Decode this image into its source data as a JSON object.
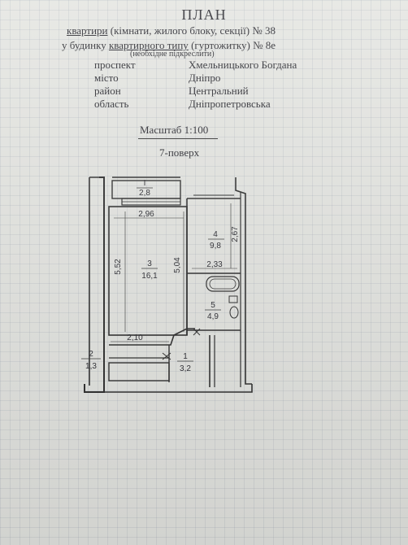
{
  "header": {
    "title": "ПЛАН",
    "line1": {
      "underlined": "квартири",
      "rest": " (кімнати, жилого блоку, секції)",
      "number": "№ 38"
    },
    "line2": {
      "prefix": "у будинку ",
      "underlined": "квартирного типу",
      "rest": " (гуртожитку) № 8е"
    },
    "note": "(необхідне підкреслити)"
  },
  "address": [
    {
      "label": "проспект",
      "value": "Хмельницького Богдана"
    },
    {
      "label": "місто",
      "value": "Дніпро"
    },
    {
      "label": "район",
      "value": "Центральний"
    },
    {
      "label": "область",
      "value": "Дніпропетровська"
    }
  ],
  "plan": {
    "scale": "Масштаб 1:100",
    "floor": "7-поверх",
    "rooms": {
      "balcony": {
        "number": "I",
        "area": "2,8"
      },
      "living": {
        "number": "3",
        "area": "16,1"
      },
      "kitchen": {
        "number": "4",
        "area": "9,8"
      },
      "bathroom": {
        "number": "5",
        "area": "4,9"
      },
      "hall": {
        "number": "1",
        "area": "3,2"
      },
      "closet": {
        "number": "2",
        "area": "1,3"
      }
    },
    "dimensions": {
      "living_width": "2,96",
      "living_height": "5,52",
      "living_inner_height": "5,04",
      "kitchen_height": "2,67",
      "bath_width": "2,33",
      "hall_width": "2,10"
    }
  }
}
